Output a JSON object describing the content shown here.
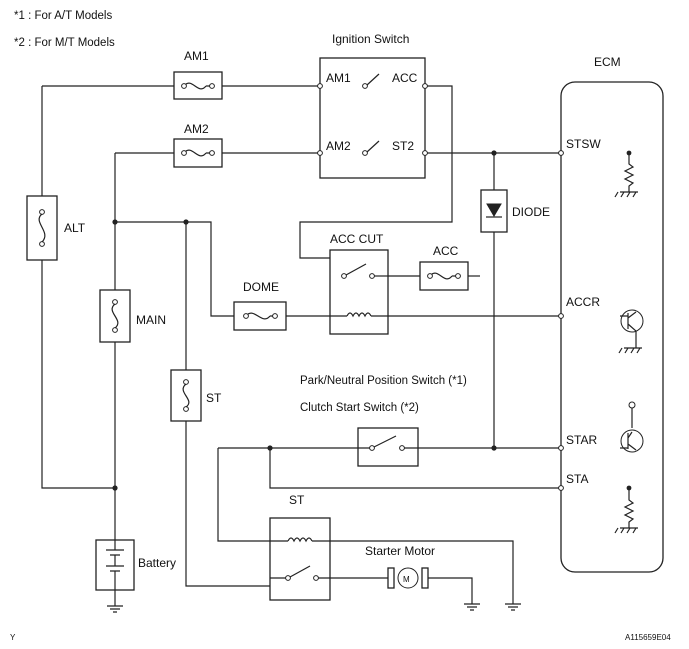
{
  "notes": {
    "note1": "*1 : For A/T Models",
    "note2": "*2 : For M/T Models",
    "note3": "Park/Neutral Position Switch (*1)",
    "note4": "Clutch Start Switch (*2)"
  },
  "components": {
    "am1": "AM1",
    "am2": "AM2",
    "ignition_switch": "Ignition Switch",
    "ig_am1": "AM1",
    "ig_acc": "ACC",
    "ig_am2": "AM2",
    "ig_st2": "ST2",
    "alt": "ALT",
    "main": "MAIN",
    "acc_cut": "ACC CUT",
    "acc": "ACC",
    "dome": "DOME",
    "diode": "DIODE",
    "st_fuse": "ST",
    "st_relay": "ST",
    "starter_motor": "Starter Motor",
    "motor_symbol": "M",
    "battery": "Battery"
  },
  "ecm": {
    "title": "ECM",
    "stsw": "STSW",
    "accr": "ACCR",
    "star": "STAR",
    "sta": "STA"
  },
  "footer": {
    "left": "Y",
    "right": "A115659E04"
  }
}
